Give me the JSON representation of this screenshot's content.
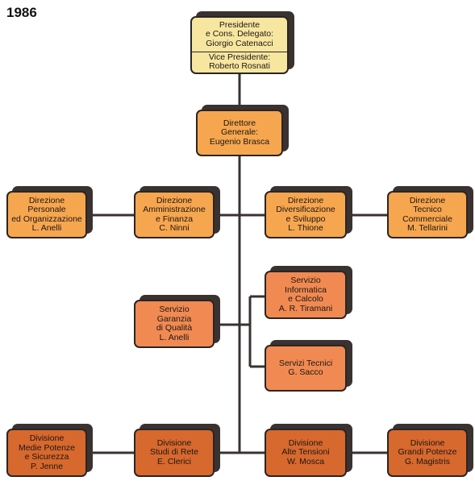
{
  "year": "1986",
  "nodes": {
    "president": {
      "top": [
        "Presidente",
        "e Cons. Delegato:",
        "Giorgio Catenacci"
      ],
      "bottom": [
        "Vice Presidente:",
        "Roberto Rosnati"
      ]
    },
    "director_general": [
      "Direttore",
      "Generale:",
      "Eugenio Brasca"
    ],
    "personnel": [
      "Direzione",
      "Personale",
      "ed Organizzazione",
      "L. Anelli"
    ],
    "administration": [
      "Direzione",
      "Amministrazione",
      "e Finanza",
      "C. Ninni"
    ],
    "diversification": [
      "Direzione",
      "Diversificazione",
      "e Sviluppo",
      "L. Thione"
    ],
    "technical": [
      "Direzione",
      "Tecnico",
      "Commerciale",
      "M. Tellarini"
    ],
    "informatics": [
      "Servizio",
      "Informatica",
      "e Calcolo",
      "A. R. Tiramani"
    ],
    "quality": [
      "Servizio",
      "Garanzia",
      "di Qualità",
      "L. Anelli"
    ],
    "technical_services": [
      "Servizi Tecnici",
      "G. Sacco"
    ],
    "medium_power": [
      "Divisione",
      "Medie Potenze",
      "e Sicurezza",
      "P. Jenne"
    ],
    "network_studies": [
      "Divisione",
      "Studi di Rete",
      "E. Clerici"
    ],
    "high_voltage": [
      "Divisione",
      "Alte Tensioni",
      "W. Mosca"
    ],
    "large_power": [
      "Divisione",
      "Grandi Potenze",
      "G. Magistris"
    ]
  }
}
